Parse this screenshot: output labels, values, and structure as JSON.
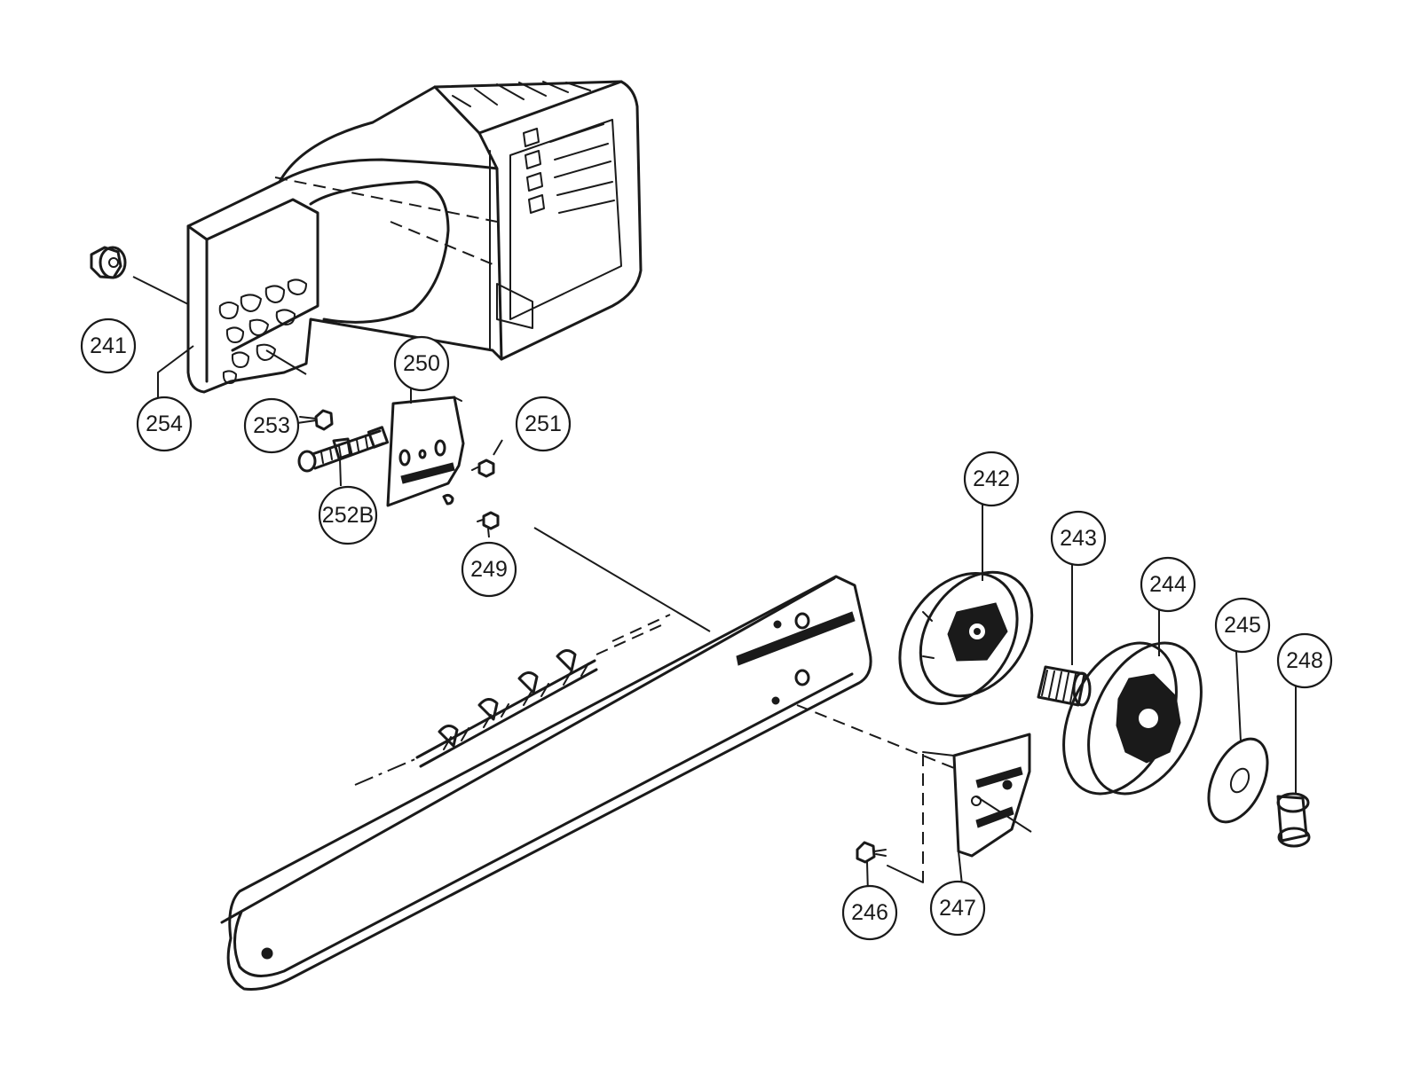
{
  "callouts": {
    "p241": "241",
    "p242": "242",
    "p243": "243",
    "p244": "244",
    "p245": "245",
    "p246": "246",
    "p247": "247",
    "p248": "248",
    "p249": "249",
    "p250": "250",
    "p251": "251",
    "p252B": "252B",
    "p253": "253",
    "p254": "254"
  },
  "colors": {
    "line": "#1a1a1a",
    "background": "#ffffff"
  }
}
